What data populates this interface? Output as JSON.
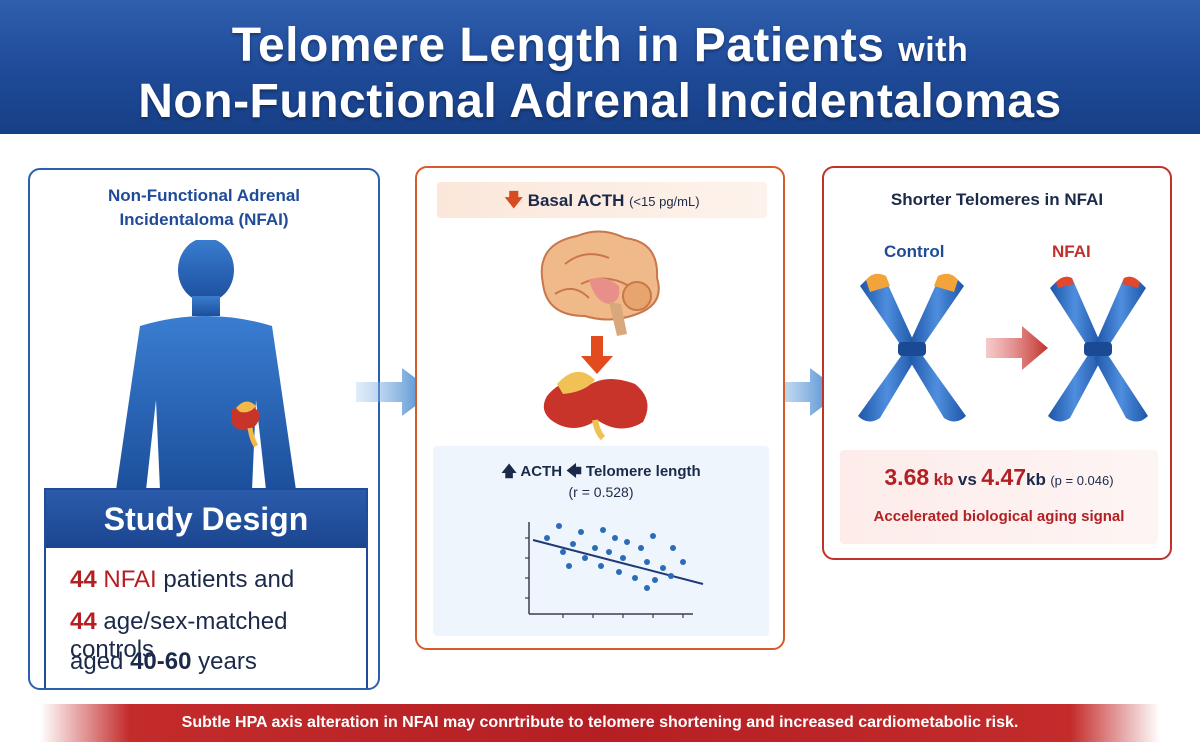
{
  "header": {
    "title_line1_main": "Telomere Length in Patients",
    "title_line1_small": "with",
    "title_line2": "Non-Functional Adrenal Incidentalomas"
  },
  "panel1": {
    "title_line1": "Non-Functional Adrenal",
    "title_line2": "Incidentaloma (NFAI)",
    "study_title": "Study Design",
    "line1_num": "44",
    "line1_red": "NFAI",
    "line1_rest": "patients and",
    "line2_num": "44",
    "line2_rest": "age/sex-matched controls",
    "line3_pre": "aged",
    "line3_bold": "40-60",
    "line3_post": "years"
  },
  "panel2": {
    "acth_label": "Basal ACTH",
    "acth_unit": "(<15 pg/mL)",
    "corr_acth": "ACTH",
    "corr_telomere": "Telomere length",
    "corr_r": "(r = 0.528)"
  },
  "panel3": {
    "title": "Shorter Telomeres in NFAI",
    "control_label": "Control",
    "nfai_label": "NFAI",
    "value_nfai": "3.68",
    "unit_a": "kb",
    "vs": "vs",
    "value_control": "4.47",
    "unit_b": "kb",
    "p_value": "(p = 0.046)",
    "subtitle": "Accelerated biological aging signal"
  },
  "footer": {
    "text": "Subtle HPA axis alteration in NFAI may conrtribute to telomere shortening and increased cardiometabolic risk."
  },
  "colors": {
    "header_blue": "#1f4b99",
    "accent_red": "#b32024",
    "accent_orange": "#d84a1f",
    "telomere_orange": "#f2a33a",
    "chromosome_blue": "#2f6fc0"
  }
}
